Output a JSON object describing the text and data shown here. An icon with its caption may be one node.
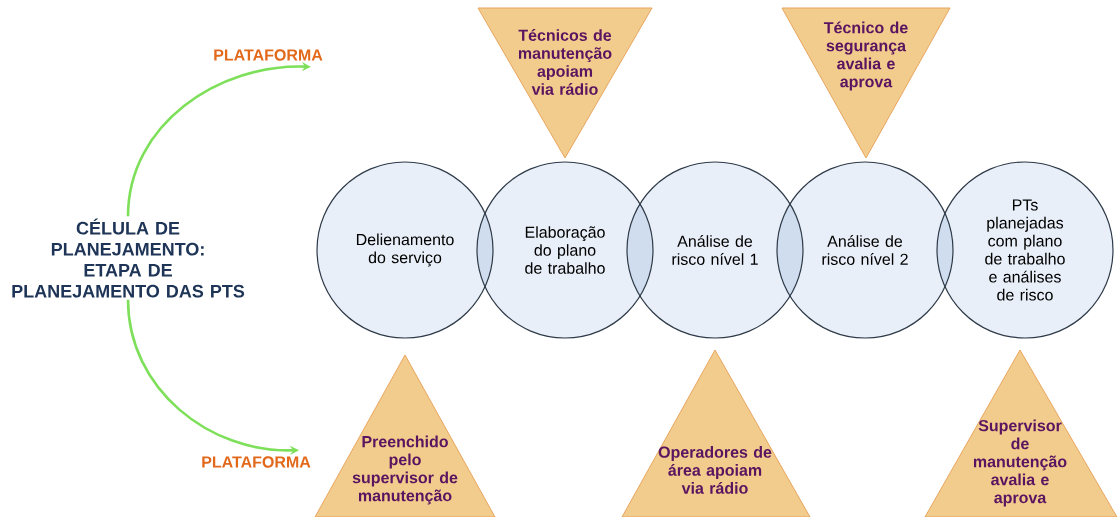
{
  "diagram": {
    "nodes": [
      {
        "text": [
          "CÉLULA DE PLANEJAMENTO: ETAPA DE PLANEJAMENTO DAS PTS"
        ]
      },
      {
        "text": [
          "PLATAFORMA"
        ]
      },
      {
        "text": [
          "PLATAFORMA"
        ]
      },
      {
        "text": [
          "Delienamento do serviço"
        ]
      },
      {
        "text": [
          "Elaboração do plano de trabalho"
        ]
      },
      {
        "text": [
          "Análise de risco nível 1"
        ]
      },
      {
        "text": [
          "Análise de risco nível 2"
        ]
      },
      {
        "text": [
          "PTs planejadas com plano de trabalho e análises de risco"
        ]
      },
      {
        "text": [
          "Técnicos de manutenção apoiam via rádio"
        ]
      },
      {
        "text": [
          "Técnico de segurança avalia e aprova"
        ]
      },
      {
        "text": [
          "Preenchido pelo supervisor de manutenção"
        ]
      },
      {
        "text": [
          "Operadores de área apoiam via rádio"
        ]
      },
      {
        "text": [
          "Supervisor de manutenção avalia e aprova"
        ]
      }
    ],
    "edges": [
      {
        "from": 0,
        "to": 1,
        "arrow": "to"
      },
      {
        "from": 0,
        "to": 2,
        "arrow": "to"
      }
    ]
  }
}
